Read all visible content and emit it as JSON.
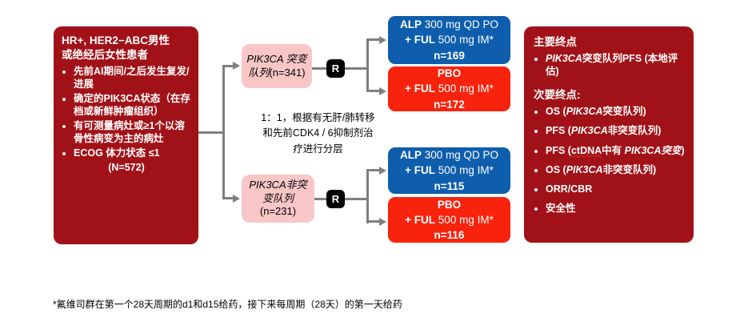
{
  "colors": {
    "dark_red_panel": "#A11218",
    "pink_cohort": "#F9C6C7",
    "blue_arm": "#0E5EAD",
    "red_arm": "#F8230D",
    "connector_gray": "#7F7F7F",
    "randomization_black": "#000000",
    "wavy_underline": "#E03020"
  },
  "eligibility_box": {
    "title_line1": "HR+, HER2−ABC男性",
    "title_line2": "或绝经后女性患者",
    "bullets": [
      "先前AI期间/之后发生复发/进展",
      "确定的PIK3CA状态（在存档或新鲜肿瘤组织）",
      "有可测量病灶或≥1个以溶骨性病变为主的病灶",
      "ECOG 体力状态 ≤1"
    ],
    "total_n": "(N=572)"
  },
  "cohorts": {
    "mutant": {
      "name": "PIK3CA 突变队列",
      "n": "(n=341)"
    },
    "non_mutant": {
      "name": "PIK3CA非突变队列",
      "n": "(n=231)"
    }
  },
  "randomization_label": "R",
  "stratification": {
    "line1": "1：1，根据有无肝/肺转移",
    "line2": "和先前CDK4 / 6抑制剂治",
    "line3": "疗进行分层"
  },
  "arms": {
    "mutant_alp": {
      "line1_bold": "ALP",
      "line1_rest": " 300 mg QD PO",
      "line2_bold": "+ FUL",
      "line2_rest": " 500 mg IM*",
      "n": "n=169"
    },
    "mutant_pbo": {
      "line1_bold": "PBO",
      "line1_rest": "",
      "line2_bold": "+ FUL",
      "line2_rest": " 500 mg IM*",
      "n": "n=172"
    },
    "non_mutant_alp": {
      "line1_bold": "ALP",
      "line1_rest": " 300 mg QD PO",
      "line2_bold": "+ FUL",
      "line2_rest": " 500 mg IM*",
      "n": "n=115"
    },
    "non_mutant_pbo": {
      "line1_bold": "PBO",
      "line1_rest": "",
      "line2_bold": "+ FUL",
      "line2_rest": " 500 mg IM*",
      "n": "n=116"
    }
  },
  "endpoints_box": {
    "primary_title": "主要终点",
    "primary_bullet": {
      "italic": "PIK3CA",
      "rest": "突变队列PFS (本地评估)"
    },
    "secondary_title": "次要终点:",
    "secondary_bullets": [
      {
        "pre": "OS (",
        "wavy": "",
        "mid": "",
        "italic": "PIK3CA",
        "post": "突变队列)"
      },
      {
        "pre": "PFS (",
        "wavy": "",
        "mid": "",
        "italic": "PIK3CA",
        "post": "非突变队列)"
      },
      {
        "pre": "PFS (",
        "wavy": "ctDNA",
        "mid": "中有 ",
        "italic": "PIK3CA突变",
        "post": ")"
      },
      {
        "pre": "OS (",
        "wavy": "",
        "mid": "",
        "italic": "PIK3CA",
        "post": "非突变队列)"
      },
      {
        "pre": "ORR/CBR",
        "wavy": "",
        "mid": "",
        "italic": "",
        "post": ""
      },
      {
        "pre": "安全性",
        "wavy": "",
        "mid": "",
        "italic": "",
        "post": ""
      }
    ]
  },
  "footnote": "*氟维司群在第一个28天周期的d1和d15给药，接下来每周期（28天）的第一天给药"
}
